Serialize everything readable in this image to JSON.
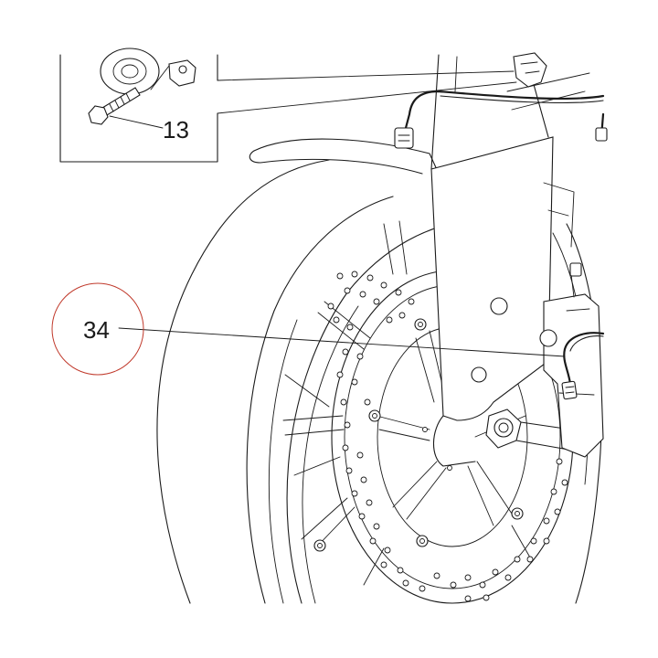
{
  "callouts": [
    {
      "id": "13",
      "text": "13"
    },
    {
      "id": "34",
      "text": "34"
    }
  ],
  "colors": {
    "line": "#1a1a1a",
    "background": "#ffffff",
    "highlight_circle": "#c0392b"
  },
  "highlight": {
    "target_callout": "34",
    "shape": "circle"
  }
}
